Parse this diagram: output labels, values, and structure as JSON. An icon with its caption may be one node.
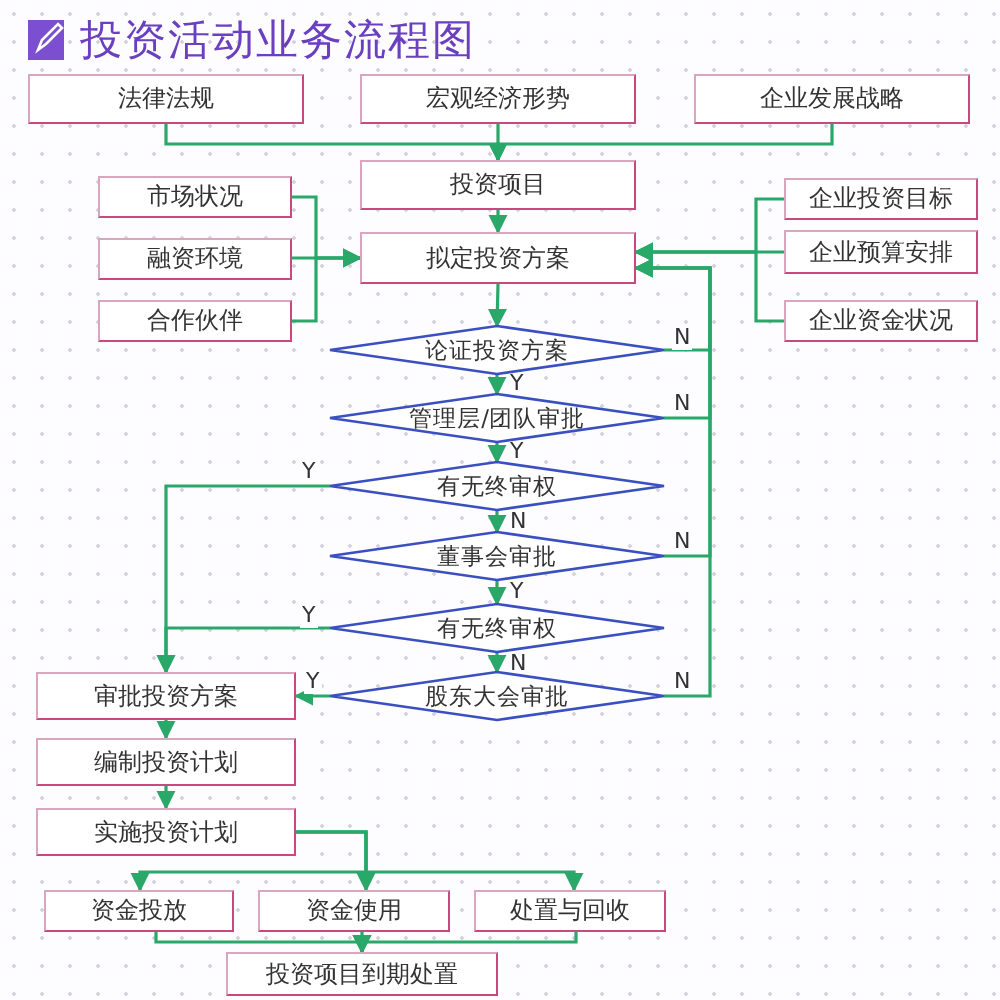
{
  "diagram": {
    "title": "投资活动业务流程图",
    "nodes": [
      {
        "text": [
          "法律法规"
        ]
      },
      {
        "text": [
          "宏观经济形势"
        ]
      },
      {
        "text": [
          "企业发展战略"
        ]
      },
      {
        "text": [
          "投资项目"
        ]
      },
      {
        "text": [
          "市场状况"
        ]
      },
      {
        "text": [
          "融资环境"
        ]
      },
      {
        "text": [
          "合作伙伴"
        ]
      },
      {
        "text": [
          "拟定投资方案"
        ]
      },
      {
        "text": [
          "企业投资目标"
        ]
      },
      {
        "text": [
          "企业预算安排"
        ]
      },
      {
        "text": [
          "企业资金状况"
        ]
      },
      {
        "text": [
          "论证投资方案"
        ]
      },
      {
        "text": [
          "管理层/团队审批"
        ]
      },
      {
        "text": [
          "有无终审权"
        ]
      },
      {
        "text": [
          "董事会审批"
        ]
      },
      {
        "text": [
          "有无终审权"
        ]
      },
      {
        "text": [
          "股东大会审批"
        ]
      },
      {
        "text": [
          "审批投资方案"
        ]
      },
      {
        "text": [
          "编制投资计划"
        ]
      },
      {
        "text": [
          "实施投资计划"
        ]
      },
      {
        "text": [
          "资金投放"
        ]
      },
      {
        "text": [
          "资金使用"
        ]
      },
      {
        "text": [
          "处置与回收"
        ]
      },
      {
        "text": [
          "投资项目到期处置"
        ]
      }
    ],
    "edges": [
      {
        "from": 0,
        "to": 3,
        "arrow": "to"
      },
      {
        "from": 1,
        "to": 3,
        "arrow": "to"
      },
      {
        "from": 2,
        "to": 3,
        "arrow": "to"
      },
      {
        "from": 3,
        "to": 7,
        "arrow": "to"
      },
      {
        "from": 4,
        "to": 7,
        "arrow": "to"
      },
      {
        "from": 5,
        "to": 7,
        "arrow": "to"
      },
      {
        "from": 6,
        "to": 7,
        "arrow": "to"
      },
      {
        "from": 8,
        "to": 7,
        "arrow": "to"
      },
      {
        "from": 9,
        "to": 7,
        "arrow": "to"
      },
      {
        "from": 10,
        "to": 7,
        "arrow": "to"
      },
      {
        "from": 7,
        "to": 11,
        "arrow": "to"
      },
      {
        "from": 11,
        "to": 12,
        "arrow": "to",
        "label": "Y"
      },
      {
        "from": 12,
        "to": 13,
        "arrow": "to",
        "label": "Y"
      },
      {
        "from": 13,
        "to": 14,
        "arrow": "to",
        "label": "N"
      },
      {
        "from": 14,
        "to": 15,
        "arrow": "to",
        "label": "Y"
      },
      {
        "from": 15,
        "to": 16,
        "arrow": "to",
        "label": "N"
      },
      {
        "from": 16,
        "to": 17,
        "arrow": "to",
        "label": "Y"
      },
      {
        "from": 13,
        "to": 17,
        "arrow": "to",
        "label": "Y"
      },
      {
        "from": 15,
        "to": 17,
        "arrow": "to",
        "label": "Y"
      },
      {
        "from": 11,
        "to": 7,
        "arrow": "to",
        "label": "N"
      },
      {
        "from": 12,
        "to": 7,
        "arrow": "to",
        "label": "N"
      },
      {
        "from": 14,
        "to": 7,
        "arrow": "to",
        "label": "N"
      },
      {
        "from": 16,
        "to": 7,
        "arrow": "to",
        "label": "N"
      },
      {
        "from": 17,
        "to": 18,
        "arrow": "to"
      },
      {
        "from": 18,
        "to": 19,
        "arrow": "to"
      },
      {
        "from": 19,
        "to": 20,
        "arrow": "to"
      },
      {
        "from": 19,
        "to": 21,
        "arrow": "to"
      },
      {
        "from": 19,
        "to": 22,
        "arrow": "to"
      },
      {
        "from": 20,
        "to": 23,
        "arrow": "to"
      },
      {
        "from": 21,
        "to": 23,
        "arrow": "to"
      },
      {
        "from": 22,
        "to": 23,
        "arrow": "to"
      }
    ]
  }
}
